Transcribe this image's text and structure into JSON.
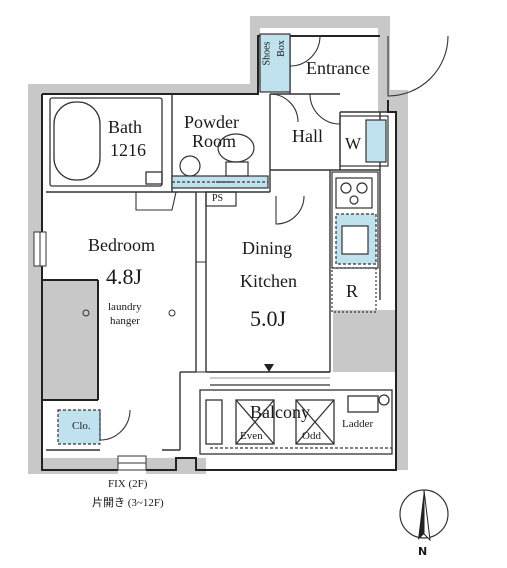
{
  "rooms": {
    "bath": {
      "name": "Bath",
      "size": "1216"
    },
    "powder_room": {
      "line1": "Powder",
      "line2": "Room"
    },
    "hall": "Hall",
    "entrance": "Entrance",
    "shoes_box": {
      "line1": "Shoes",
      "line2": "Box"
    },
    "washer": "W",
    "bedroom": {
      "name": "Bedroom",
      "area": "4.8J",
      "note_line1": "laundry",
      "note_line2": "hanger"
    },
    "dining_kitchen": {
      "line1": "Dining",
      "line2": "Kitchen",
      "area": "5.0J"
    },
    "refrigerator": "R",
    "pipe_space": "PS",
    "closet": "Clo.",
    "balcony": {
      "name": "Balcony",
      "even": "Even",
      "odd": "Odd",
      "ladder": "Ladder"
    }
  },
  "window_note": {
    "line1": "FIX (2F)",
    "line2": "片開き (3~12F)"
  },
  "compass": {
    "north": "N"
  },
  "colors": {
    "wall": "#333333",
    "shade": "#c8c8c8",
    "water": "#bfe2ee",
    "line": "#222222"
  }
}
